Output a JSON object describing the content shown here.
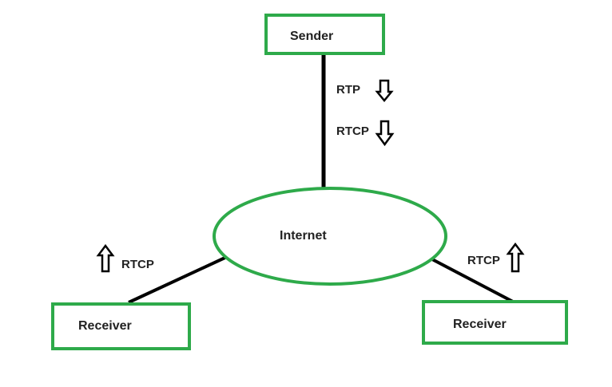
{
  "diagram": {
    "nodes": {
      "sender": {
        "label": "Sender"
      },
      "internet": {
        "label": "Internet"
      },
      "receiver_left": {
        "label": "Receiver"
      },
      "receiver_right": {
        "label": "Receiver"
      }
    },
    "flows": {
      "sender_rtp": {
        "label": "RTP",
        "direction": "down"
      },
      "sender_rtcp": {
        "label": "RTCP",
        "direction": "down"
      },
      "receiver_left_rtcp": {
        "label": "RTCP",
        "direction": "up"
      },
      "receiver_right_rtcp": {
        "label": "RTCP",
        "direction": "up"
      }
    },
    "colors": {
      "node_border": "#2eaa4a",
      "connector": "#000000",
      "arrow": "#000000",
      "text": "#222222"
    }
  }
}
